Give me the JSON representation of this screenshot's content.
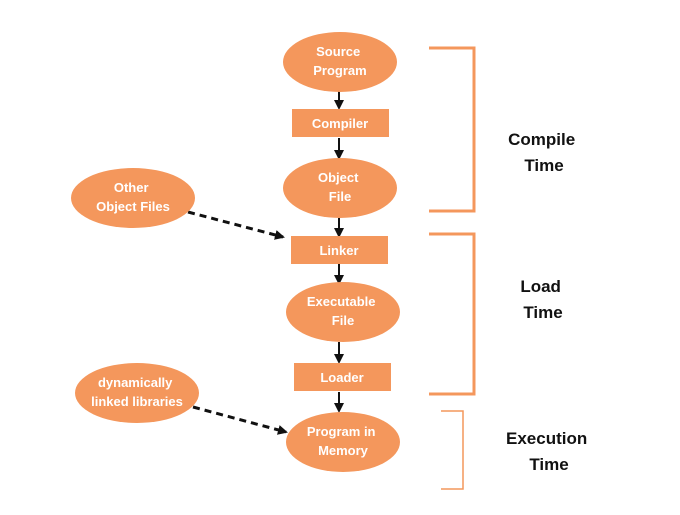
{
  "colors": {
    "node_fill": "#F4975C",
    "node_text": "#FFFFFF",
    "arrow": "#111111",
    "bracket": "#F4975C",
    "phase_text": "#111111"
  },
  "nodes": {
    "source_program": [
      "Source",
      "Program"
    ],
    "compiler": [
      "Compiler"
    ],
    "object_file": [
      "Object",
      "File"
    ],
    "other_object_files": [
      "Other",
      "Object Files"
    ],
    "linker": [
      "Linker"
    ],
    "executable_file": [
      "Executable",
      "File"
    ],
    "loader": [
      "Loader"
    ],
    "dynamic_libraries": [
      "dynamically",
      "linked libraries"
    ],
    "program_in_memory": [
      "Program in",
      "Memory"
    ]
  },
  "phases": {
    "compile": [
      "Compile",
      "Time"
    ],
    "load": [
      "Load",
      "Time"
    ],
    "execution": [
      "Execution",
      "Time"
    ]
  }
}
